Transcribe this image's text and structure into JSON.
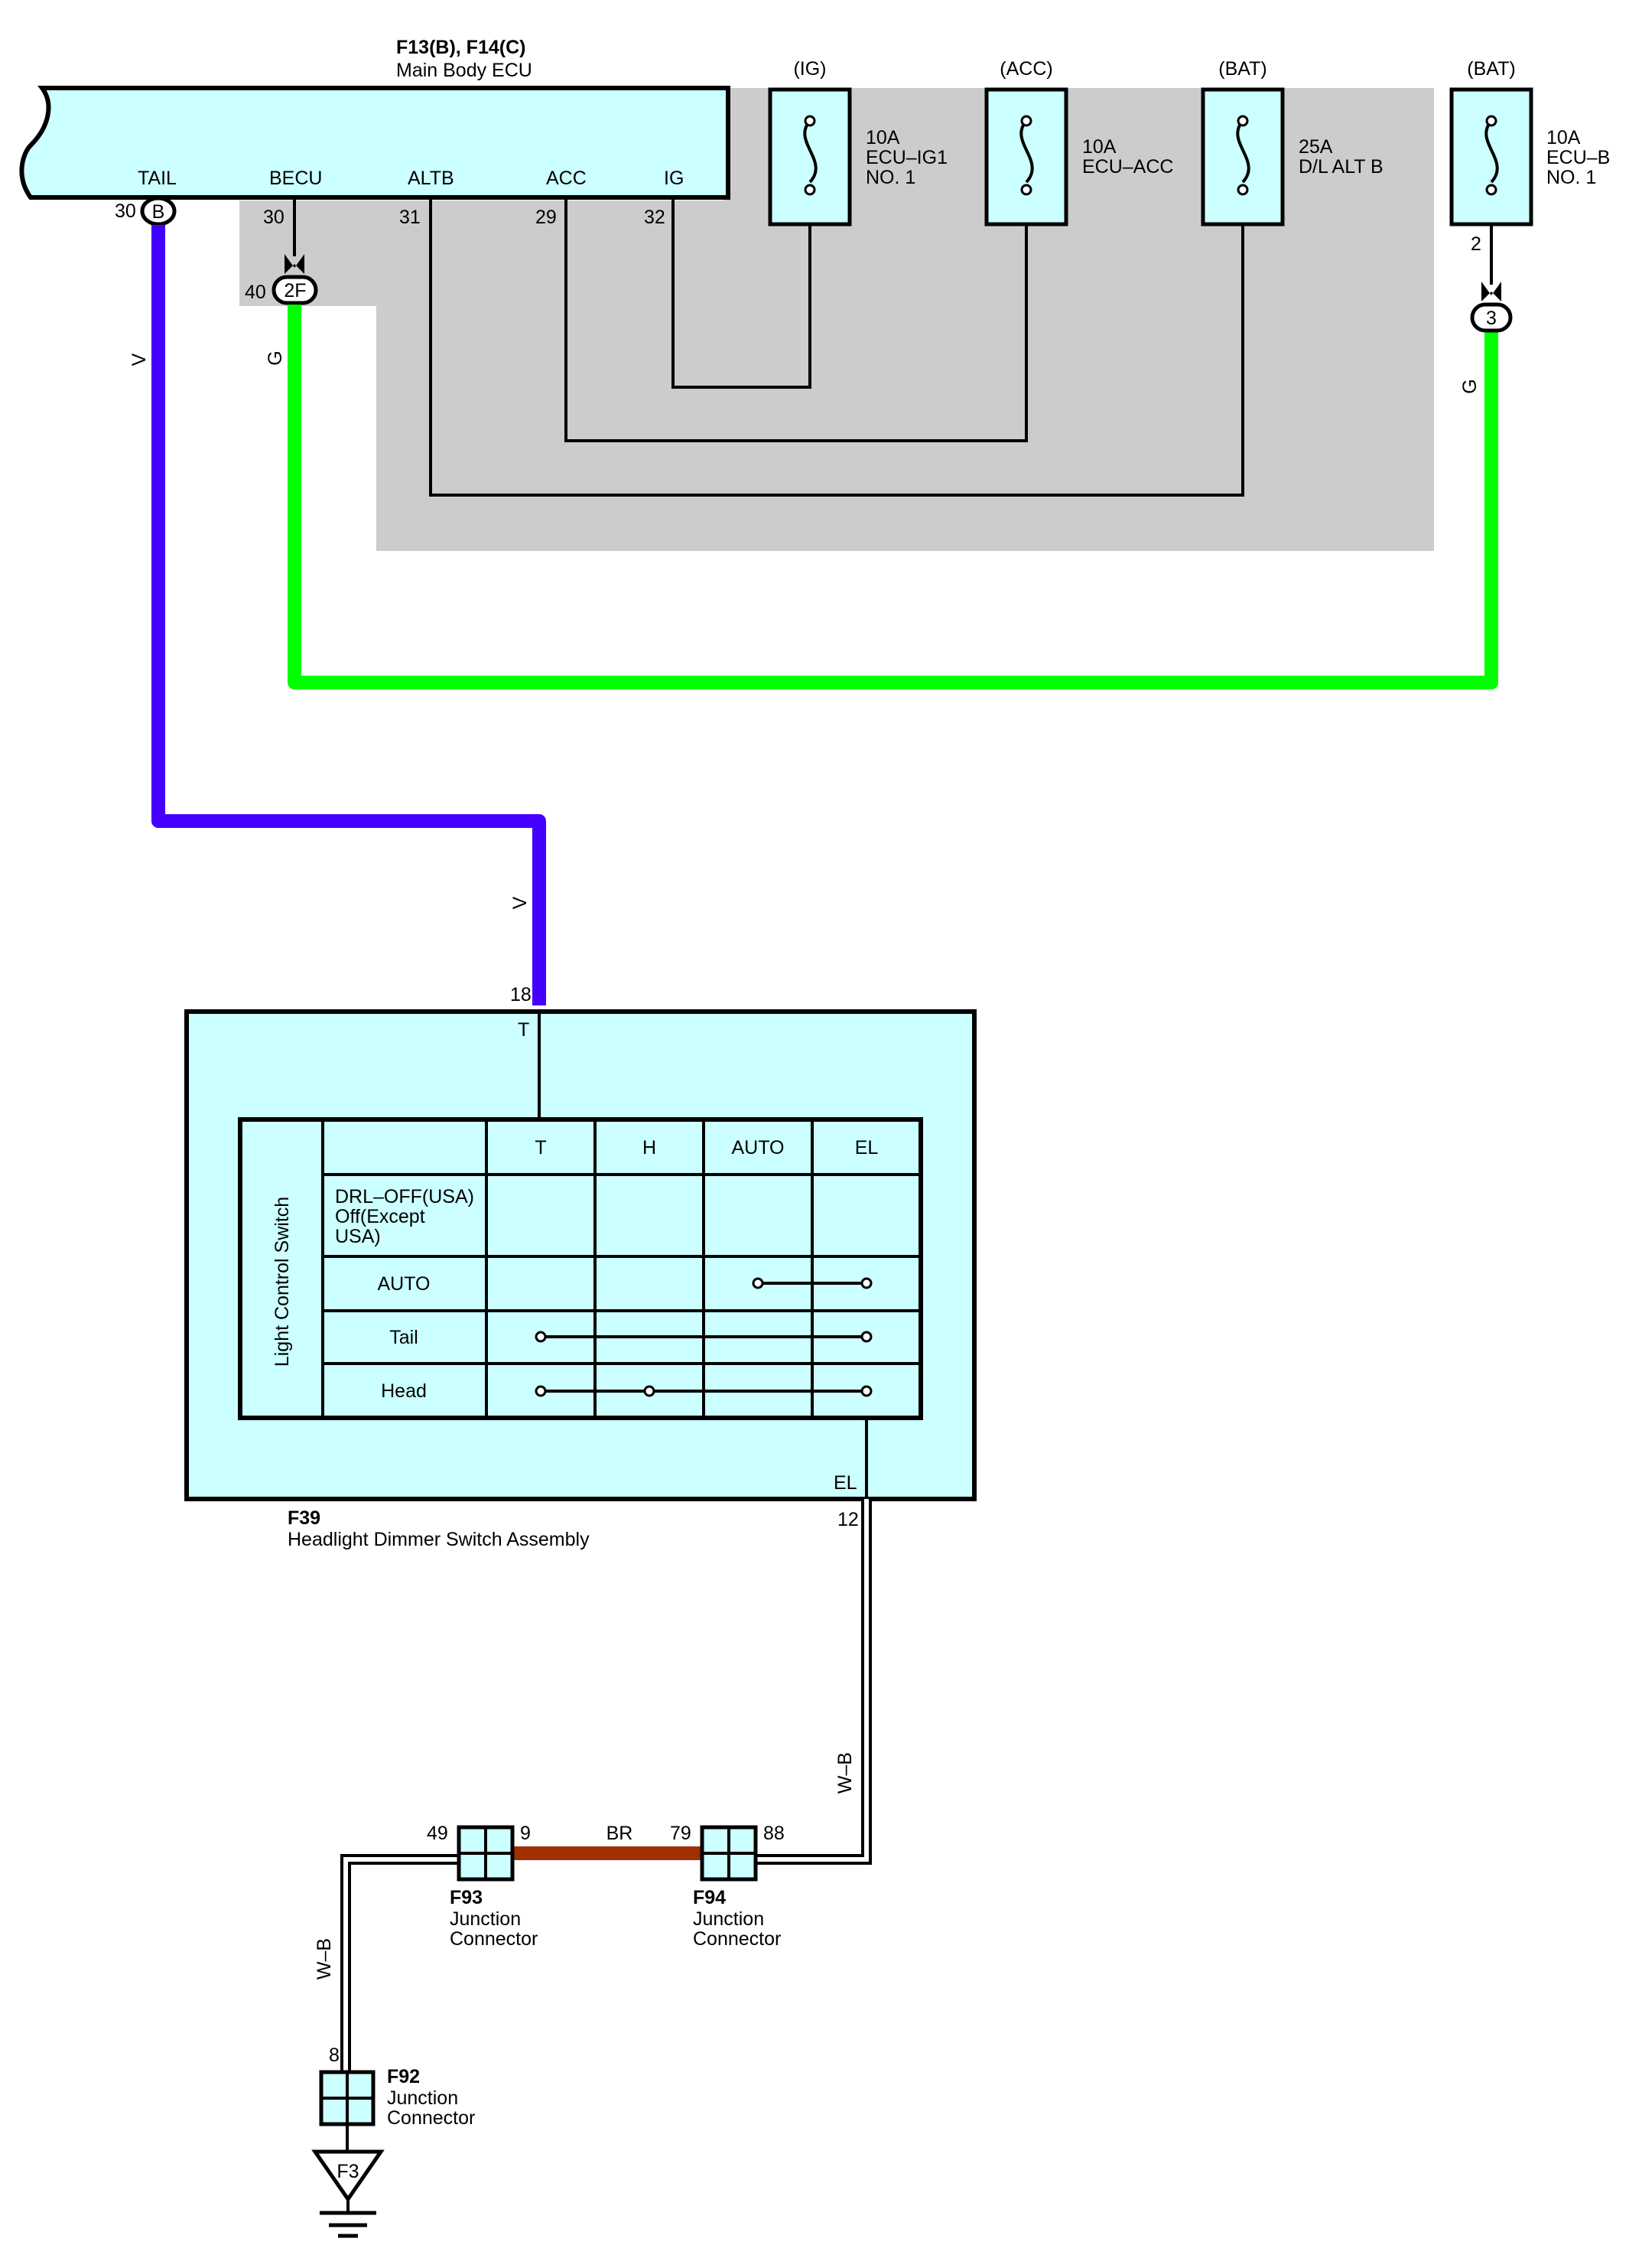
{
  "colors": {
    "component_fill": "#ccffff",
    "shaded_area": "#cccccc",
    "wire_violet": "#4400ff",
    "wire_green": "#00ff00",
    "wire_brown": "#a03000",
    "wire_black": "#000000"
  },
  "ecu": {
    "connector_codes": "F13(B), F14(C)",
    "name": "Main Body ECU",
    "pins": [
      {
        "label": "TAIL",
        "number": "30",
        "connector": "B"
      },
      {
        "label": "BECU",
        "number": "30"
      },
      {
        "label": "ALTB",
        "number": "31"
      },
      {
        "label": "ACC",
        "number": "29"
      },
      {
        "label": "IG",
        "number": "32"
      }
    ]
  },
  "junction_2f": {
    "number": "40",
    "label": "2F"
  },
  "junction_3": {
    "number": "2",
    "label": "3"
  },
  "fuses": [
    {
      "source": "(IG)",
      "rating": "10A",
      "name_line1": "ECU–IG1",
      "name_line2": "NO. 1"
    },
    {
      "source": "(ACC)",
      "rating": "10A",
      "name_line1": "ECU–ACC",
      "name_line2": ""
    },
    {
      "source": "(BAT)",
      "rating": "25A",
      "name_line1": "D/L ALT B",
      "name_line2": ""
    },
    {
      "source": "(BAT)",
      "rating": "10A",
      "name_line1": "ECU–B",
      "name_line2": "NO. 1"
    }
  ],
  "wires": {
    "tail_color": "V",
    "becu_color": "G",
    "ecub_color": "G",
    "switch_t_color": "V",
    "ground_color_right": "W–B",
    "ground_color_left": "W–B",
    "junction_link_color": "BR"
  },
  "switch": {
    "code": "F39",
    "name": "Headlight Dimmer Switch Assembly",
    "input_pin_number": "18",
    "input_pin_label": "T",
    "output_pin_label": "EL",
    "output_pin_number": "12",
    "table_title": "Light Control Switch",
    "columns": [
      "T",
      "H",
      "AUTO",
      "EL"
    ],
    "rows": [
      {
        "line1": "DRL–OFF(USA)",
        "line2": "Off(Except",
        "line3": "USA)"
      },
      {
        "line1": "AUTO"
      },
      {
        "line1": "Tail"
      },
      {
        "line1": "Head"
      }
    ]
  },
  "junctions": [
    {
      "code": "F93",
      "line1": "Junction",
      "line2": "Connector",
      "pin_left": "49",
      "pin_right": "9"
    },
    {
      "code": "F94",
      "line1": "Junction",
      "line2": "Connector",
      "pin_left": "79",
      "pin_right": "88"
    },
    {
      "code": "F92",
      "line1": "Junction",
      "line2": "Connector",
      "pin_top": "8"
    }
  ],
  "ground": {
    "label": "F3"
  }
}
